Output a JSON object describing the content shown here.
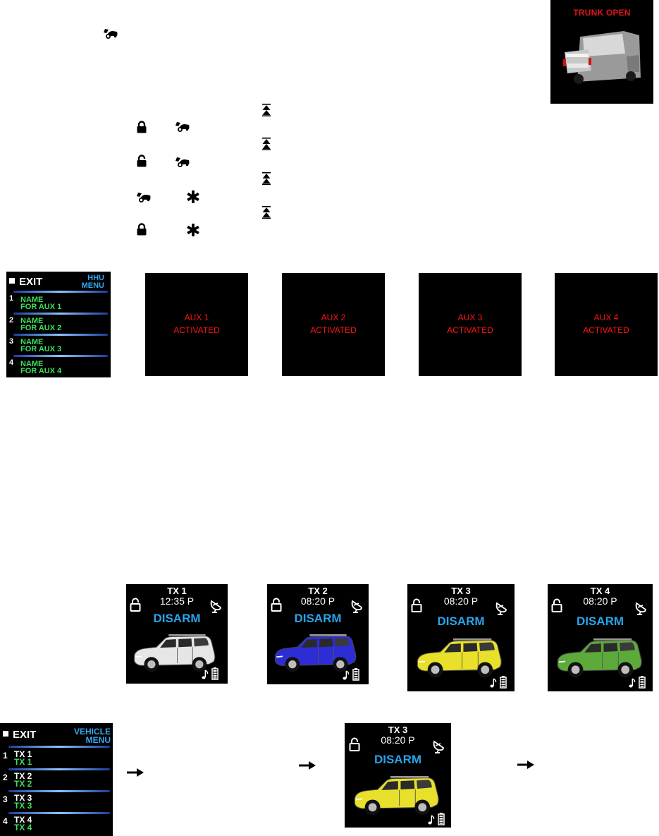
{
  "trunk_screen": {
    "title": "TRUNK OPEN"
  },
  "hhu_menu": {
    "exit": "EXIT",
    "title_line1": "HHU",
    "title_line2": "MENU",
    "items": [
      {
        "num": "1",
        "line1": "NAME",
        "line2": "FOR AUX 1"
      },
      {
        "num": "2",
        "line1": "NAME",
        "line2": "FOR AUX 2"
      },
      {
        "num": "3",
        "line1": "NAME",
        "line2": "FOR AUX 3"
      },
      {
        "num": "4",
        "line1": "NAME",
        "line2": "FOR AUX 4"
      }
    ]
  },
  "aux_screens": [
    {
      "line1": "AUX 1",
      "line2": "ACTIVATED"
    },
    {
      "line1": "AUX 2",
      "line2": "ACTIVATED"
    },
    {
      "line1": "AUX 3",
      "line2": "ACTIVATED"
    },
    {
      "line1": "AUX 4",
      "line2": "ACTIVATED"
    }
  ],
  "status_screens": [
    {
      "tx": "TX 1",
      "time": "12:35 P",
      "status": "DISARM",
      "car_color": "#e6e6e6"
    },
    {
      "tx": "TX 2",
      "time": "08:20 P",
      "status": "DISARM",
      "car_color": "#2d2dd6"
    },
    {
      "tx": "TX 3",
      "time": "08:20 P",
      "status": "DISARM",
      "car_color": "#e8e02a"
    },
    {
      "tx": "TX 4",
      "time": "08:20 P",
      "status": "DISARM",
      "car_color": "#5caa3a"
    }
  ],
  "vehicle_menu": {
    "exit": "EXIT",
    "title_line1": "VEHICLE",
    "title_line2": "MENU",
    "items": [
      {
        "num": "1",
        "line1": "TX 1",
        "line2": "TX 1"
      },
      {
        "num": "2",
        "line1": "TX 2",
        "line2": "TX 2"
      },
      {
        "num": "3",
        "line1": "TX 3",
        "line2": "TX 3"
      },
      {
        "num": "4",
        "line1": "TX 4",
        "line2": "TX 4"
      }
    ]
  },
  "selected_screen": {
    "tx": "TX 3",
    "time": "08:20 P",
    "status": "DISARM",
    "car_color": "#e8e02a"
  },
  "icons": {
    "trunk": "trunk-icon",
    "lock": "lock-icon",
    "unlock": "unlock-icon",
    "aux": "aux-asterisk-icon",
    "double_arrow": "double-up-arrow-icon",
    "arrow": "right-arrow-icon"
  },
  "colors": {
    "menu_title": "#35a6f0",
    "menu_name": "#3de05a",
    "aux_red": "#ff1414",
    "disarm_blue": "#2aa3e8",
    "trunk_red": "#e0141e"
  }
}
